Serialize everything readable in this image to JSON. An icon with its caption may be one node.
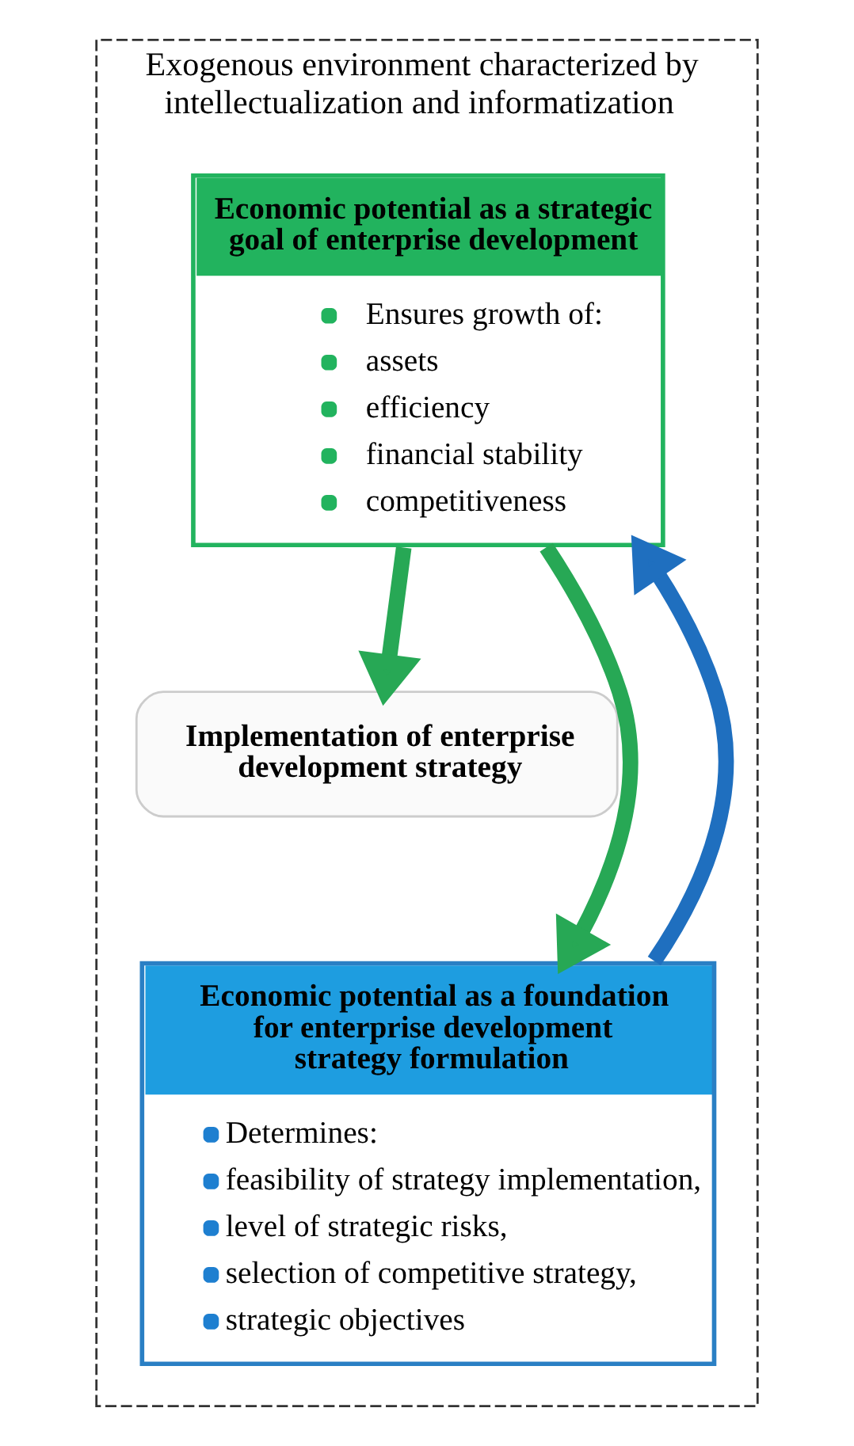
{
  "diagram": {
    "nodes": [
      {
        "text": [
          "Exogenous environment characterized by intellectualization and informatization"
        ]
      },
      {
        "text": [
          "Economic potential as a strategic goal of enterprise development",
          "Ensures growth of:",
          "assets",
          "efficiency",
          "financial stability",
          "competitiveness"
        ],
        "in": 0
      },
      {
        "text": [
          "Implementation of enterprise development strategy"
        ],
        "in": 0
      },
      {
        "text": [
          "Economic potential as a foundation for enterprise development strategy formulation",
          "Determines:",
          "feasibility of strategy implementation,",
          "level of strategic risks,",
          "selection of competitive strategy,",
          "strategic objectives"
        ],
        "in": 0
      }
    ],
    "edges": [
      {
        "from": 1,
        "to": 3,
        "arrow": "to",
        "color": "#27a855"
      },
      {
        "from": 1,
        "to": 2,
        "arrow": "to",
        "color": "#27a855"
      },
      {
        "from": 3,
        "to": 1,
        "arrow": "to",
        "color": "#1f6fbf"
      }
    ]
  }
}
